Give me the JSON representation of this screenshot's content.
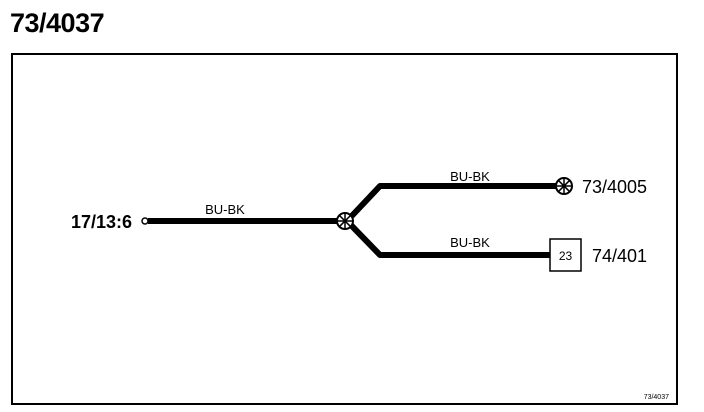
{
  "header": {
    "title": "73/4037"
  },
  "diagram": {
    "source_connector": "17/13:6",
    "wires": {
      "main": "BU-BK",
      "upper": "BU-BK",
      "lower": "BU-BK"
    },
    "targets": {
      "upper": "73/4005",
      "lower": "74/401",
      "lower_box": "23"
    },
    "reference": "73/4037"
  }
}
